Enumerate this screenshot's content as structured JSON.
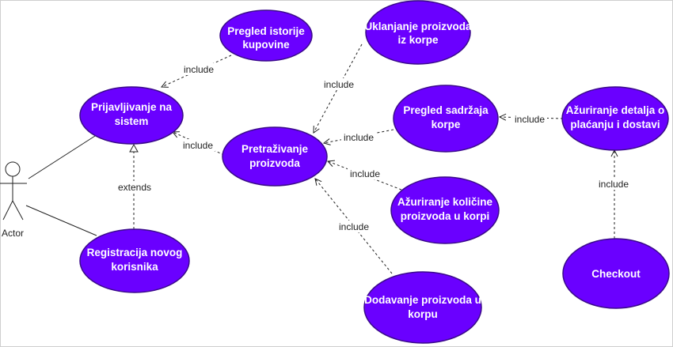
{
  "colors": {
    "use_case_fill": "#6a00ff",
    "use_case_text": "#ffffff",
    "line": "#222222"
  },
  "actor": {
    "label": "Actor"
  },
  "use_cases": {
    "istorija": [
      "Pregled istorije",
      "kupovine"
    ],
    "uklanjanje": [
      "Uklanjanje proizvoda",
      "iz korpe"
    ],
    "prijava": [
      "Prijavljivanje na",
      "sistem"
    ],
    "sadrzaj": [
      "Pregled sadržaja",
      "korpe"
    ],
    "azuriranje_detalja": [
      "Ažuriranje detalja o",
      "plaćanju i dostavi"
    ],
    "pretrazivanje": [
      "Pretraživanje",
      "proizvoda"
    ],
    "kolicina": [
      "Ažuriranje količine",
      "proizvoda u korpi"
    ],
    "registracija": [
      "Registracija novog",
      "korisnika"
    ],
    "dodavanje": [
      "Dodavanje proizvoda u",
      "korpu"
    ],
    "checkout": [
      "Checkout"
    ]
  },
  "relations": {
    "istorija_prijava": "include",
    "uklanjanje_pretrazivanje": "include",
    "pretrazivanje_prijava": "include",
    "sadrzaj_pretrazivanje": "include",
    "azuriranje_sadrzaj": "include",
    "kolicina_pretrazivanje": "include",
    "dodavanje_pretrazivanje": "include",
    "checkout_azuriranje": "include",
    "registracija_prijava": "extends"
  }
}
